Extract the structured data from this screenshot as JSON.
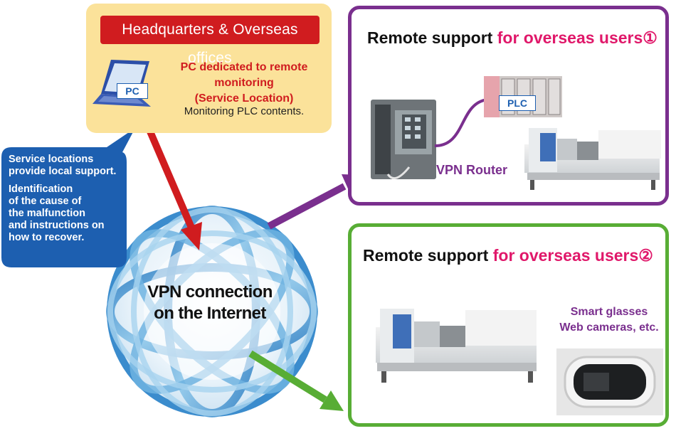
{
  "headquarters": {
    "title": "Headquarters & Overseas offices",
    "pc_label": "PC",
    "pc_dedicated_line1": "PC dedicated to remote monitoring",
    "pc_dedicated_line2": "(Service Location)",
    "monitoring_text": "Monitoring PLC contents."
  },
  "support_bubble": {
    "line1": "Service locations",
    "line2": "provide local support.",
    "line3": "Identification",
    "line4": "of the cause of",
    "line5": "the malfunction",
    "line6": "and instructions on",
    "line7": "how to recover."
  },
  "globe": {
    "line1": "VPN connection",
    "line2": "on the Internet"
  },
  "panel1": {
    "title_prefix": "Remote support ",
    "title_highlight": "for overseas users①",
    "router_label": "VPN Router",
    "plc_label": "PLC"
  },
  "panel2": {
    "title_prefix": "Remote support ",
    "title_highlight": "for overseas users②",
    "devices_line1": "Smart glasses",
    "devices_line2": "Web cameras, etc."
  },
  "colors": {
    "red": "#d01c1f",
    "purple": "#7a2f8e",
    "green": "#58ad35",
    "blue": "#1d5fb0",
    "pink": "#e0186a",
    "yellow": "#fbe29a"
  }
}
